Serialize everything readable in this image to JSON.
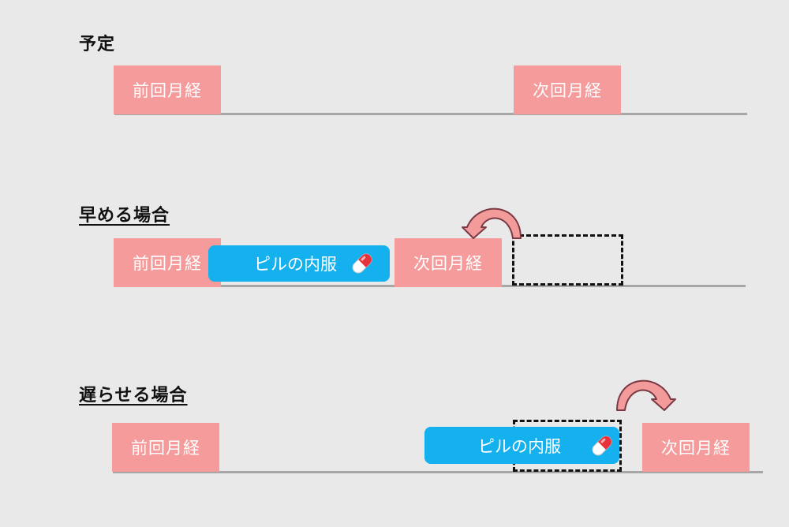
{
  "colors": {
    "background": "#e9e9e9",
    "period_fill": "#f59b9b",
    "pill_fill": "#14b1ee",
    "arrow_fill": "#f39a9a",
    "arrow_stroke": "#7a3a44",
    "baseline": "#a7a7a7"
  },
  "icons": [
    "pill-capsule-icon",
    "curved-arrow-icon"
  ],
  "section_plan": {
    "heading": "予定",
    "previous_period": "前回月経",
    "next_period": "次回月経"
  },
  "section_earlier": {
    "heading": "早める場合",
    "previous_period": "前回月経",
    "pill_label": "ピルの内服",
    "next_period": "次回月経"
  },
  "section_later": {
    "heading": "遅らせる場合",
    "previous_period": "前回月経",
    "pill_label": "ピルの内服",
    "next_period": "次回月経"
  }
}
